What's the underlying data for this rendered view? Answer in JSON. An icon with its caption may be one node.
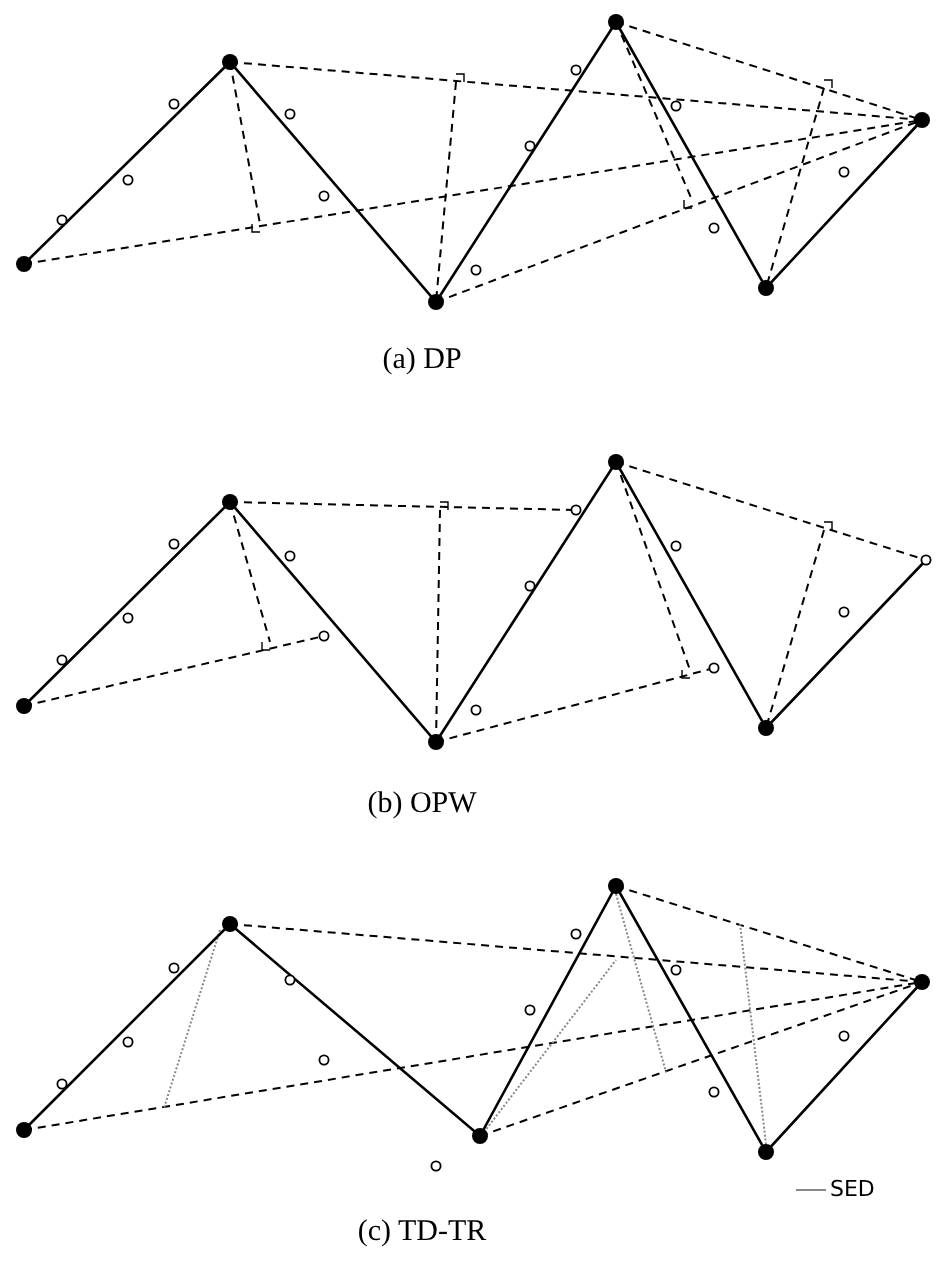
{
  "diagram": {
    "labels": [
      "(a) DP",
      "(b) OPW",
      "(c) TD-TR"
    ],
    "legend": [
      {
        "text": "SED"
      }
    ]
  }
}
